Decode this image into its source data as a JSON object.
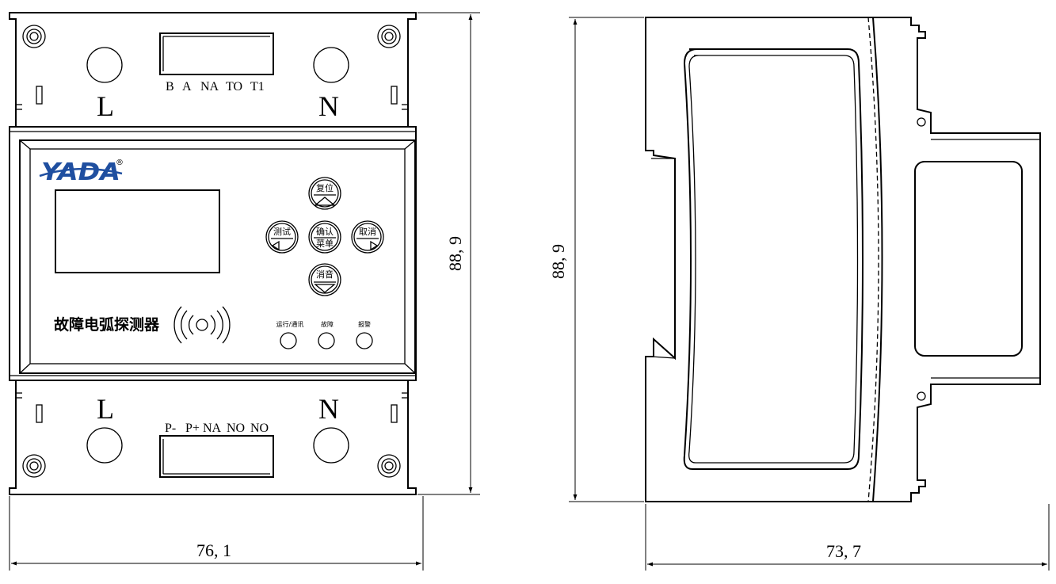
{
  "front_view": {
    "top_terminal_labels": [
      "B",
      "A",
      "NA",
      "TO",
      "T1"
    ],
    "bottom_terminal_labels": [
      "P-",
      "P+",
      "NA",
      "NO",
      "NO"
    ],
    "top_left_terminal": "L",
    "top_right_terminal": "N",
    "bottom_left_terminal": "L",
    "bottom_right_terminal": "N",
    "brand": "YADA",
    "registered_mark": "®",
    "product_name": "故障电弧探测器",
    "buttons": {
      "up": "复位",
      "left": "测试",
      "center_line1": "确认",
      "center_line2": "菜单",
      "right": "取消",
      "down": "消音"
    },
    "indicators": [
      "运行/通讯",
      "故障",
      "报警"
    ]
  },
  "dimensions": {
    "front_width": "76, 1",
    "front_height": "88, 9",
    "side_width": "73, 7",
    "side_height": "88, 9"
  }
}
